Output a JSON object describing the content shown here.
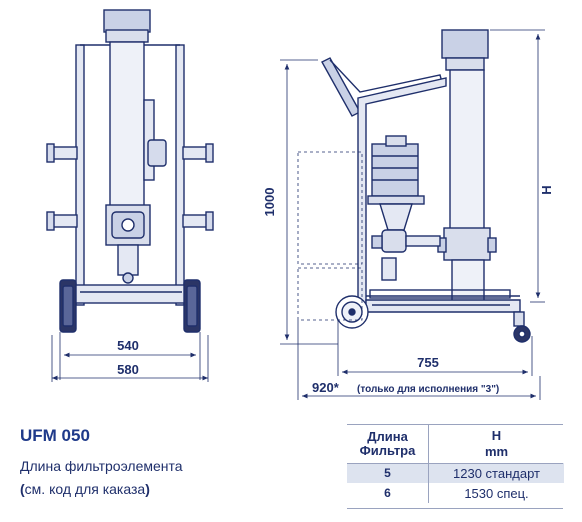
{
  "dimensions": {
    "width_inner": "540",
    "width_outer": "580",
    "height_total": "1000",
    "height_filter": "H",
    "length_base": "755",
    "length_option": "920*",
    "length_option_note": "(только для исполнения \"3\")"
  },
  "model": "UFM 050",
  "description": {
    "line1": "Длина фильтроэлемента",
    "line2_open": "(",
    "line2_text": "см. код для каказа",
    "line2_close": ")"
  },
  "table": {
    "col1_header_line1": "Длина",
    "col1_header_line2": "Фильтра",
    "col2_header_line1": "H",
    "col2_header_line2": "mm",
    "rows": [
      {
        "code": "5",
        "value": "1230 стандарт"
      },
      {
        "code": "6",
        "value": "1530 спец."
      }
    ]
  },
  "colors": {
    "line": "#1f2f6b",
    "fill_light": "#eef1f8",
    "fill_mid": "#c9d1e6",
    "fill_dark": "#2b3566",
    "row_highlight": "#dde3ef"
  }
}
